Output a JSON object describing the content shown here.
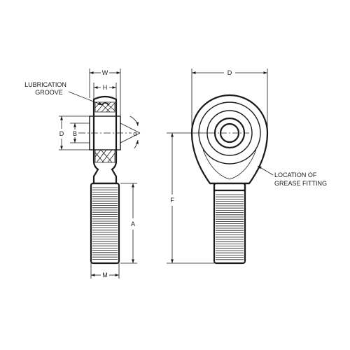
{
  "labels": {
    "lubrication_groove": [
      "LUBRICATION",
      "GROOVE"
    ],
    "location_grease": [
      "LOCATION OF",
      "GREASE FITTING"
    ]
  },
  "dimensions": {
    "W": "W",
    "H": "H",
    "D_side": "D",
    "B": "B",
    "alpha": "α",
    "A": "A",
    "M": "M",
    "D_front": "D",
    "F": "F"
  }
}
